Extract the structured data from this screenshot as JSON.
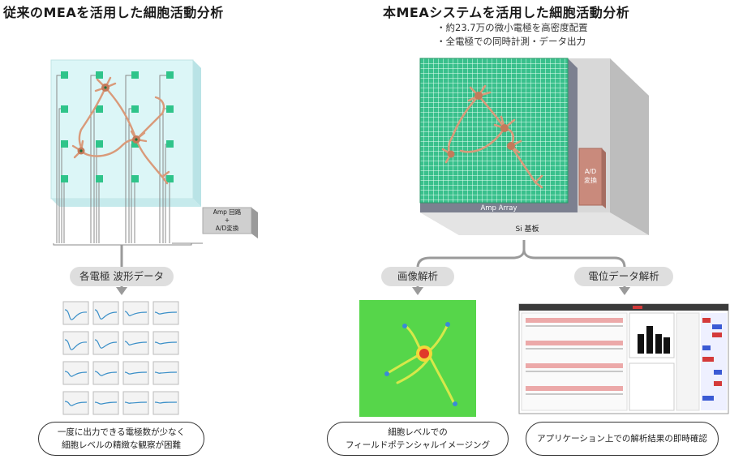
{
  "left": {
    "title": "従来のMEAを活用した細胞活動分析",
    "amp_box": {
      "line1": "Amp 回路",
      "line2": "+",
      "line3": "A/D変換"
    },
    "pill": "各電極 波形データ",
    "note_line1": "一度に出力できる電極数が少なく",
    "note_line2": "細胞レベルの精緻な観察が困難"
  },
  "right": {
    "title": "本MEAシステムを活用した細胞活動分析",
    "bullet1": "・約23.7万の微小電極を高密度配置",
    "bullet2": "・全電極での同時計測・データ出力",
    "ad_label_1": "A/D",
    "ad_label_2": "変換",
    "amp_array_label": "Amp Array",
    "si_label": "Si 基板",
    "pill_image": "画像解析",
    "pill_potential": "電位データ解析",
    "note_image_line1": "細胞レベルでの",
    "note_image_line2": "フィールドポテンシャルイメージング",
    "note_app": "アプリケーション上での解析結果の即時確認"
  },
  "colors": {
    "electrode": "#2fc48a",
    "chip_green": "#39c08c",
    "neuron": "#d99a7a",
    "ad_box": "#c98a7c",
    "amp_array": "#7c8090",
    "waveform": "#3a8fc8",
    "heatmap_bg": "#56d64a"
  }
}
